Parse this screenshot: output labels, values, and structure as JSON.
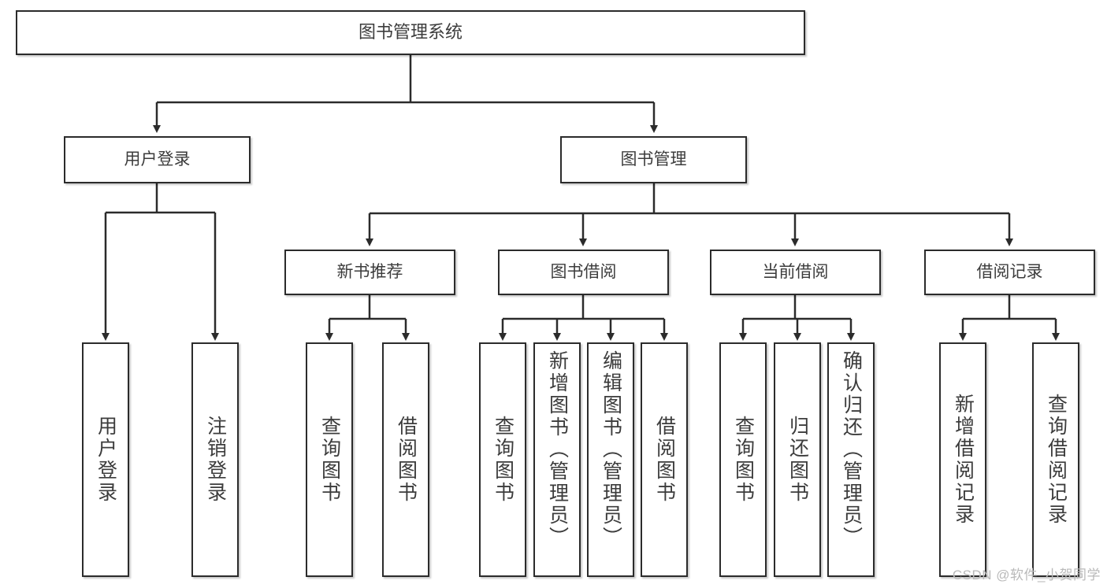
{
  "diagram": {
    "type": "tree",
    "title": "图书管理系统",
    "watermark": "CSDN @软件_小贺同学",
    "colors": {
      "box_border": "#2b2b2b",
      "box_fill": "#ffffff",
      "text": "#3c3c3c",
      "connector": "#2b2b2b",
      "watermark": "#b9b9b9"
    },
    "nodes": {
      "root": {
        "label": "图书管理系统"
      },
      "level2": [
        {
          "label": "用户登录"
        },
        {
          "label": "图书管理"
        }
      ],
      "level3": [
        {
          "label": "新书推荐"
        },
        {
          "label": "图书借阅"
        },
        {
          "label": "当前借阅"
        },
        {
          "label": "借阅记录"
        }
      ],
      "leaves_user_login": [
        {
          "label": "用户登录"
        },
        {
          "label": "注销登录"
        }
      ],
      "leaves_new_book": [
        {
          "label": "查询图书"
        },
        {
          "label": "借阅图书"
        }
      ],
      "leaves_borrow": [
        {
          "label": "查询图书"
        },
        {
          "label": "新增图书（管理员）"
        },
        {
          "label": "编辑图书（管理员）"
        },
        {
          "label": "借阅图书"
        }
      ],
      "leaves_current": [
        {
          "label": "查询图书"
        },
        {
          "label": "归还图书"
        },
        {
          "label": "确认归还（管理员）"
        }
      ],
      "leaves_record": [
        {
          "label": "新增借阅记录"
        },
        {
          "label": "查询借阅记录"
        }
      ]
    }
  }
}
